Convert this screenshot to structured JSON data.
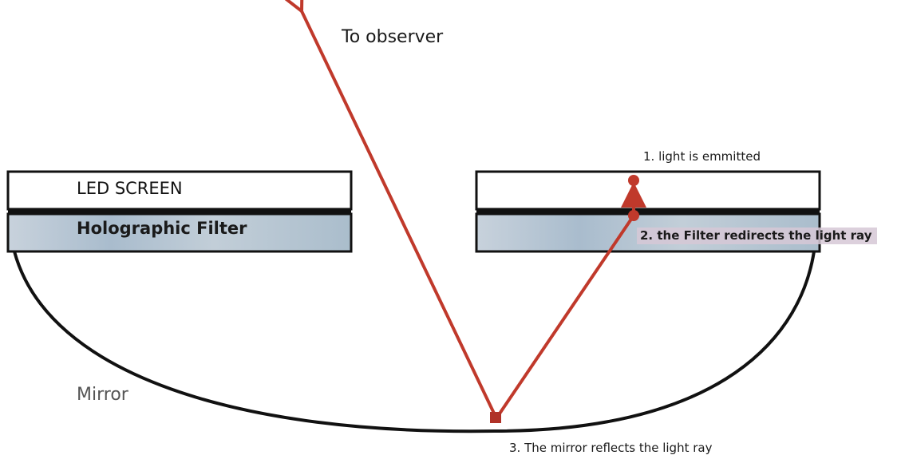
{
  "labels": {
    "to_observer": "To observer",
    "led_screen": "LED SCREEN",
    "holographic_filter": "Holographic Filter",
    "mirror": "Mirror",
    "step1": "1. light is emmitted",
    "step2": "2. the Filter redirects the light ray",
    "step3": "3. The mirror reflects the light ray"
  },
  "colors": {
    "ray": "#c0392b",
    "mirror": "#111111",
    "filter_fill": "#b4c4d4",
    "panel_border": "#111111"
  }
}
